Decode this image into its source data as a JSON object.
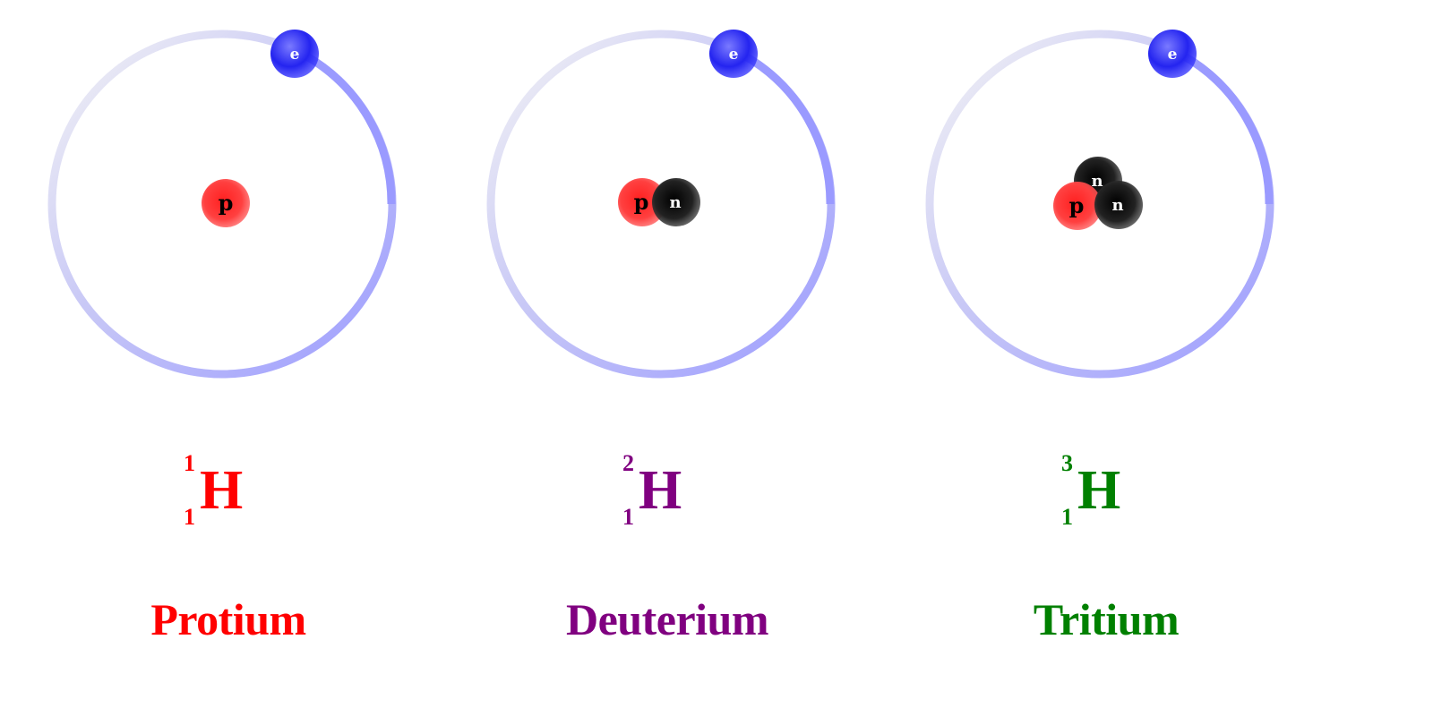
{
  "colors": {
    "orbit": "#a0a0ff",
    "electron": "#2a2af0",
    "proton": "#ff3030",
    "neutron": "#202020"
  },
  "particles": {
    "electron_label": "e",
    "proton_label": "p",
    "neutron_label": "n"
  },
  "isotopes": [
    {
      "name": "Protium",
      "symbol": "H",
      "mass_number": "1",
      "atomic_number": "1",
      "color": "#ff0000",
      "neutrons": 0
    },
    {
      "name": "Deuterium",
      "symbol": "H",
      "mass_number": "2",
      "atomic_number": "1",
      "color": "#800080",
      "neutrons": 1
    },
    {
      "name": "Tritium",
      "symbol": "H",
      "mass_number": "3",
      "atomic_number": "1",
      "color": "#008000",
      "neutrons": 2
    }
  ]
}
